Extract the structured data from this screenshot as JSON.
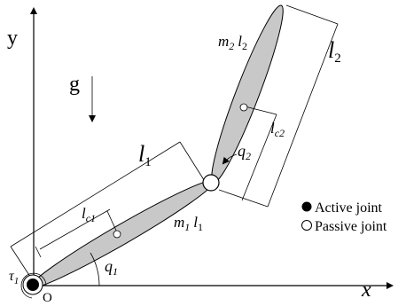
{
  "axes": {
    "x_label": "x",
    "y_label": "y",
    "origin_label": "O"
  },
  "gravity": {
    "label": "g"
  },
  "link1": {
    "length_label": "l",
    "length_sub": "1",
    "com_label": "l",
    "com_sub": "c1",
    "mass_label": "m",
    "mass_sub": "1",
    "mass_len_label": "l",
    "mass_len_sub": "1",
    "angle_label": "q",
    "angle_sub": "1",
    "torque_label": "τ",
    "torque_sub": "1"
  },
  "link2": {
    "length_label": "l",
    "length_sub": "2",
    "com_label": "l",
    "com_sub": "c2",
    "mass_label": "m",
    "mass_sub": "2",
    "mass_len_label": "l",
    "mass_len_sub": "2",
    "angle_label": "q",
    "angle_sub": "2"
  },
  "legend": {
    "active_label": "Active joint",
    "passive_label": "Passive joint"
  },
  "colors": {
    "link_fill": "#c8c8c8",
    "active_joint": "#000000",
    "passive_joint": "#ffffff"
  }
}
